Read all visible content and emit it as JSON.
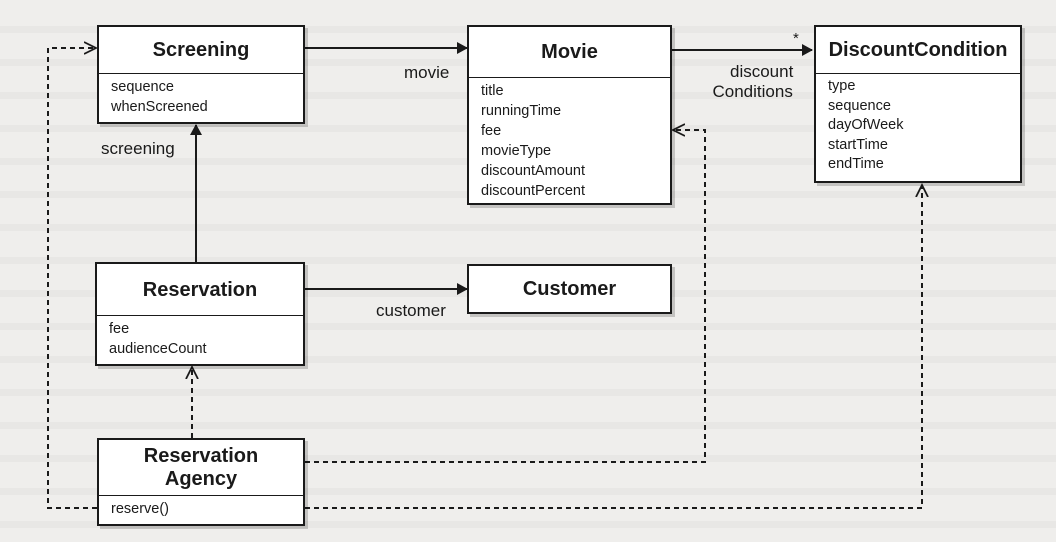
{
  "classes": {
    "screening": {
      "name": "Screening",
      "attributes": [
        "sequence",
        "whenScreened"
      ]
    },
    "movie": {
      "name": "Movie",
      "attributes": [
        "title",
        "runningTime",
        "fee",
        "movieType",
        "discountAmount",
        "discountPercent"
      ]
    },
    "discount_condition": {
      "name": "DiscountCondition",
      "attributes": [
        "type",
        "sequence",
        "dayOfWeek",
        "startTime",
        "endTime"
      ]
    },
    "reservation": {
      "name": "Reservation",
      "attributes": [
        "fee",
        "audienceCount"
      ]
    },
    "customer": {
      "name": "Customer",
      "attributes": []
    },
    "reservation_agency": {
      "name_line1": "Reservation",
      "name_line2": "Agency",
      "attributes": [
        "reserve()"
      ]
    }
  },
  "associations": {
    "screening_movie": "movie",
    "movie_discount_line1": "discount",
    "movie_discount_line2": "Conditions",
    "movie_discount_multiplicity": "*",
    "reservation_screening": "screening",
    "reservation_customer": "customer"
  }
}
